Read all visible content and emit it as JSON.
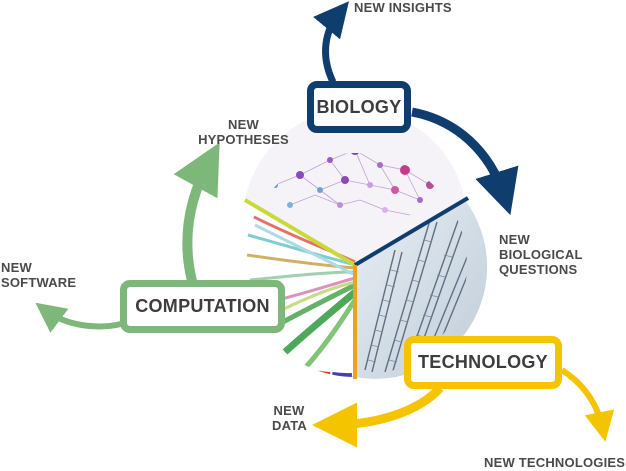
{
  "nodes": {
    "biology": "BIOLOGY",
    "computation": "COMPUTATION",
    "technology": "TECHNOLOGY"
  },
  "outputs": {
    "new_insights": "NEW INSIGHTS",
    "new_hypotheses": [
      "NEW",
      "HYPOTHESES"
    ],
    "new_biological_questions": [
      "NEW",
      "BIOLOGICAL",
      "QUESTIONS"
    ],
    "new_software": [
      "NEW",
      "SOFTWARE"
    ],
    "new_data": [
      "NEW",
      "DATA"
    ],
    "new_technologies": "NEW TECHNOLOGIES"
  },
  "colors": {
    "biology": "#0f3d6e",
    "computation": "#7db87a",
    "technology": "#f5c400",
    "label_text": "#4a4a4a"
  }
}
